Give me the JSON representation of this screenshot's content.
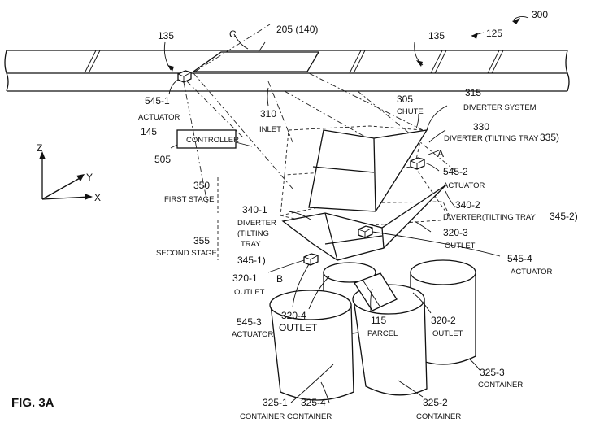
{
  "figure_label": "FIG. 3A",
  "refs": {
    "r300": "300",
    "r125": "125",
    "r135a": "135",
    "r135b": "135",
    "rC": "C",
    "r205": "205 (140)",
    "r545_1": "545-1",
    "r545_1_name": "ACTUATOR",
    "r145": "145",
    "r505": "505",
    "controller": "CONTROLLER",
    "r310": "310",
    "r310_name": "INLET",
    "r305": "305",
    "r305_name": "CHUTE",
    "r315": "315",
    "r315_name": "DIVERTER SYSTEM",
    "r330": "330",
    "r330_name": "DIVERTER (TILTING TRAY",
    "r335": "335)",
    "rA": "A",
    "r545_2": "545-2",
    "r545_2_name": "ACTUATOR",
    "r340_2": "340-2",
    "r340_2_name": "DIVERTER(TILTING TRAY",
    "r345_2": "345-2)",
    "r320_3": "320-3",
    "r320_3_name": "OUTLET",
    "r545_4": "545-4",
    "r545_4_name": "ACTUATOR",
    "r350": "350",
    "r350_name": "FIRST STAGE",
    "r340_1": "340-1",
    "r340_1_line1": "DIVERTER",
    "r340_1_line2": "(TILTING",
    "r340_1_line3": "TRAY",
    "r345_1": "345-1)",
    "r355": "355",
    "r355_name": "SECOND STAGE",
    "r320_1": "320-1",
    "r320_1_name": "OUTLET",
    "rB": "B",
    "r545_3": "545-3",
    "r545_3_name": "ACTUATOR",
    "r320_4": "320-4",
    "r320_4_name": "OUTLET",
    "r115": "115",
    "r115_name": "PARCEL",
    "r320_2": "320-2",
    "r320_2_name": "OUTLET",
    "r325_3": "325-3",
    "r325_3_name": "CONTAINER",
    "r325_1": "325-1",
    "r325_1_name": "CONTAINER",
    "r325_4": "325-4",
    "r325_4_name": "CONTAINER",
    "r325_2": "325-2",
    "r325_2_name": "CONTAINER"
  },
  "axes": {
    "z": "Z",
    "y": "Y",
    "x": "X"
  }
}
